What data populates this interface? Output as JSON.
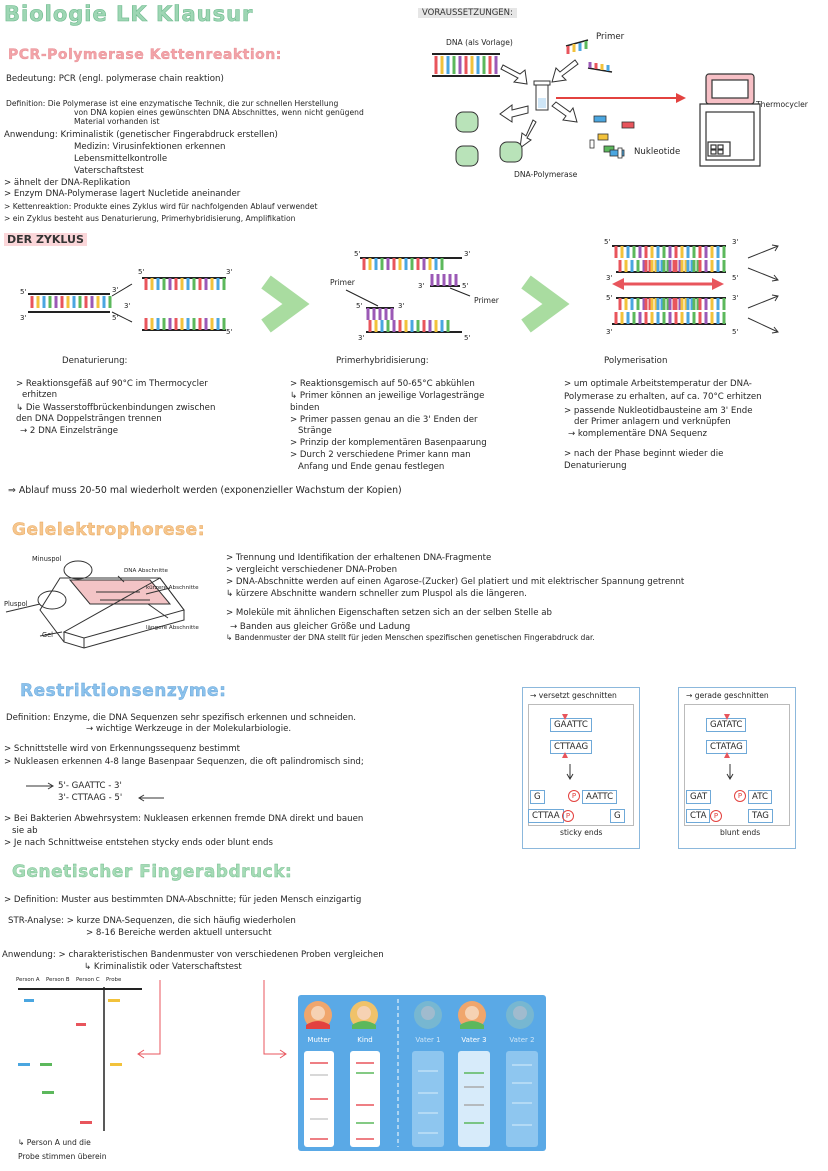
{
  "header": {
    "title": "Biologie LK Klausur"
  },
  "pcr": {
    "heading": "PCR-Polymerase Kettenreaktion:",
    "lines": [
      "Bedeutung: PCR (engl. polymerase chain reaktion)",
      "Definition: Die Polymerase ist eine enzymatische Technik, die zur schnellen Herstellung",
      "von DNA kopien eines gewünschten DNA Abschnittes, wenn nicht genügend",
      "Material vorhanden ist",
      "Anwendung: Kriminalistik (genetischer Fingerabdruck erstellen)",
      "Medizin: Virusinfektionen erkennen",
      "Lebensmittelkontrolle",
      "Vaterschaftstest",
      "> ähnelt der DNA-Replikation",
      "> Enzym DNA-Polymerase lagert Nucletide aneinander",
      "> Kettenreaktion: Produkte eines Zyklus wird für nachfolgenden Ablauf verwendet",
      "> ein Zyklus besteht aus Denaturierung, Primerhybridisierung, Amplifikation"
    ]
  },
  "voraussetzungen": {
    "heading": "VORAUSSETZUNGEN:",
    "dna_label": "DNA (als Vorlage)",
    "primer_label": "Primer",
    "thermocycler_label": "Thermocycler",
    "nukleotide_label": "Nukleotide",
    "polymerase_label": "DNA-Polymerase"
  },
  "zyklus": {
    "heading": "DER ZYKLUS",
    "primer1": "Primer",
    "primer2": "Primer",
    "col1": {
      "title": "Denaturierung:",
      "lines": [
        "> Reaktionsgefäß auf 90°C im Thermocycler",
        "erhitzen",
        "↳ Die Wasserstoffbrückenbindungen zwischen",
        "den DNA Doppelsträngen trennen",
        "→ 2 DNA Einzelstränge"
      ]
    },
    "col2": {
      "title": "Primerhybridisierung:",
      "lines": [
        "> Reaktionsgemisch auf 50-65°C abkühlen",
        "↳ Primer können an jeweilige Vorlagestränge",
        "binden",
        "> Primer passen genau an die 3' Enden der",
        "Stränge",
        "> Prinzip der komplementären Basenpaarung",
        "> Durch 2 verschiedene Primer kann man",
        "Anfang und Ende genau festlegen"
      ]
    },
    "col3": {
      "title": "Polymerisation",
      "lines": [
        "> um optimale Arbeitstemperatur der DNA-",
        "Polymerase zu erhalten, auf ca. 70°C erhitzen",
        "> passende Nukleotidbausteine am 3' Ende",
        "der Primer anlagern und verknüpfen",
        "→ komplementäre DNA Sequenz",
        "",
        "> nach der Phase beginnt wieder die",
        "Denaturierung"
      ]
    },
    "summary": "⇒ Ablauf muss 20-50 mal wiederholt werden (exponenzieller Wachstum der Kopien)"
  },
  "gel": {
    "heading": "Gelelektrophorese:",
    "labels": {
      "minuspol": "Minuspol",
      "pluspol": "Pluspol",
      "gel": "Gel",
      "dna": "DNA Abschnitte",
      "kurz": "kürzere Abschnitte",
      "lang": "längere Abschnitte"
    },
    "lines": [
      "> Trennung und Identifikation der erhaltenen DNA-Fragmente",
      "> vergleicht verschiedener DNA-Proben",
      "> DNA-Abschnitte werden auf einen Agarose-(Zucker) Gel platiert und mit elektrischer Spannung getrennt",
      "↳ kürzere Abschnitte wandern schneller zum Pluspol als die längeren.",
      "> Moleküle mit ähnlichen Eigenschaften setzen sich an der selben Stelle ab",
      "→ Banden aus gleicher Größe und Ladung",
      "↳ Bandenmuster der DNA stellt für jeden Menschen spezifischen genetischen Fingerabdruck dar."
    ]
  },
  "restriktion": {
    "heading": "Restriktionsenzyme:",
    "lines": [
      "Definition: Enzyme, die DNA Sequenzen sehr spezifisch erkennen und schneiden.",
      "→ wichtige Werkzeuge in der Molekularbiologie.",
      "> Schnittstelle wird von Erkennungssequenz bestimmt",
      "> Nukleasen erkennen 4-8 lange Basenpaar Sequenzen, die oft palindromisch sind;",
      "5'- GAATTC - 3'",
      "3'- CTTAAG - 5'",
      "> Bei Bakterien Abwehrsystem: Nukleasen erkennen fremde DNA direkt und bauen",
      "sie ab",
      "> Je nach Schnittweise entstehen stycky ends oder blunt ends"
    ],
    "box1": {
      "title": "→ versetzt geschnitten",
      "seq1": "GAATTC",
      "seq2": "CTTAAG",
      "l1": "G",
      "r1": "AATTC",
      "l2": "CTTAA",
      "r2": "G",
      "p": "P",
      "caption": "sticky ends"
    },
    "box2": {
      "title": "→ gerade geschnitten",
      "seq1": "GATATC",
      "seq2": "CTATAG",
      "l1": "GAT",
      "r1": "ATC",
      "l2": "CTA",
      "r2": "TAG",
      "p": "P",
      "caption": "blunt ends"
    }
  },
  "finger": {
    "heading": "Genetischer Fingerabdruck:",
    "lines": [
      "> Definition: Muster aus bestimmten DNA-Abschnitte; für jeden Mensch einzigartig",
      "STR-Analyse: > kurze DNA-Sequenzen, die sich häufig wiederholen",
      "> 8-16 Bereiche werden aktuell untersucht",
      "Anwendung: > charakteristischen Bandenmuster von verschiedenen Proben vergleichen",
      "↳ Kriminalistik oder Vaterschaftstest"
    ],
    "gel_cols": [
      "Person A",
      "Person B",
      "Person C",
      "Probe"
    ],
    "note": [
      "↳ Person A und die",
      "Probe stimmen überein"
    ],
    "people": [
      "Mutter",
      "Kind",
      "Vater 1",
      "Vater 3",
      "Vater 2"
    ]
  }
}
